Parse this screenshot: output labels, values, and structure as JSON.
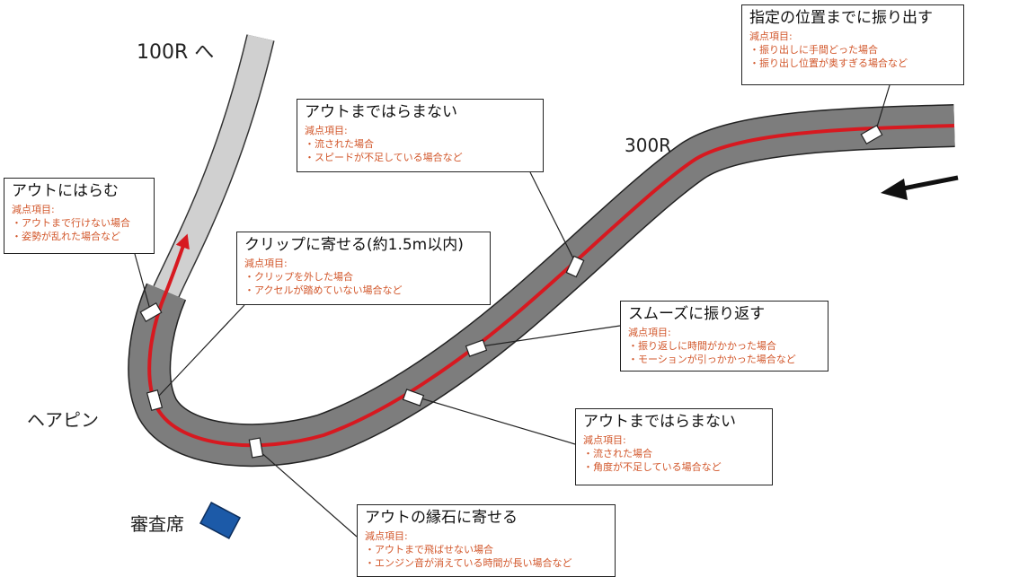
{
  "labels": {
    "route_100r": "100R へ",
    "route_300r": "300R",
    "hairpin": "ヘアピン",
    "judges_seat": "審査席"
  },
  "boxes": [
    {
      "title": "指定の位置までに振り出す",
      "sub": "減点項目:",
      "items": [
        "・振り出しに手間どった場合",
        "・振り出し位置が奥すぎる場合など"
      ]
    },
    {
      "title": "アウトまではらまない",
      "sub": "減点項目:",
      "items": [
        "・流された場合",
        "・スピードが不足している場合など"
      ]
    },
    {
      "title": "アウトにはらむ",
      "sub": "減点項目:",
      "items": [
        "・アウトまで行けない場合",
        "・姿勢が乱れた場合など"
      ]
    },
    {
      "title": "クリップに寄せる(約1.5m以内)",
      "sub": "減点項目:",
      "items": [
        "・クリップを外した場合",
        "・アクセルが踏めていない場合など"
      ]
    },
    {
      "title": "スムーズに振り返す",
      "sub": "減点項目:",
      "items": [
        "・振り返しに時間がかかった場合",
        "・モーションが引っかかった場合など"
      ]
    },
    {
      "title": "アウトまではらまない",
      "sub": "減点項目:",
      "items": [
        "・流された場合",
        "・角度が不足している場合など"
      ]
    },
    {
      "title": "アウトの縁石に寄せる",
      "sub": "減点項目:",
      "items": [
        "・アウトまで飛ばせない場合",
        "・エンジン音が消えている時間が長い場合など"
      ]
    }
  ],
  "colors": {
    "track": "#7d7d7d",
    "track_exit": "#d0d0d0",
    "racing_line": "#d71920",
    "note_text": "#d2572b",
    "judges_seat": "#1c5aa8"
  }
}
